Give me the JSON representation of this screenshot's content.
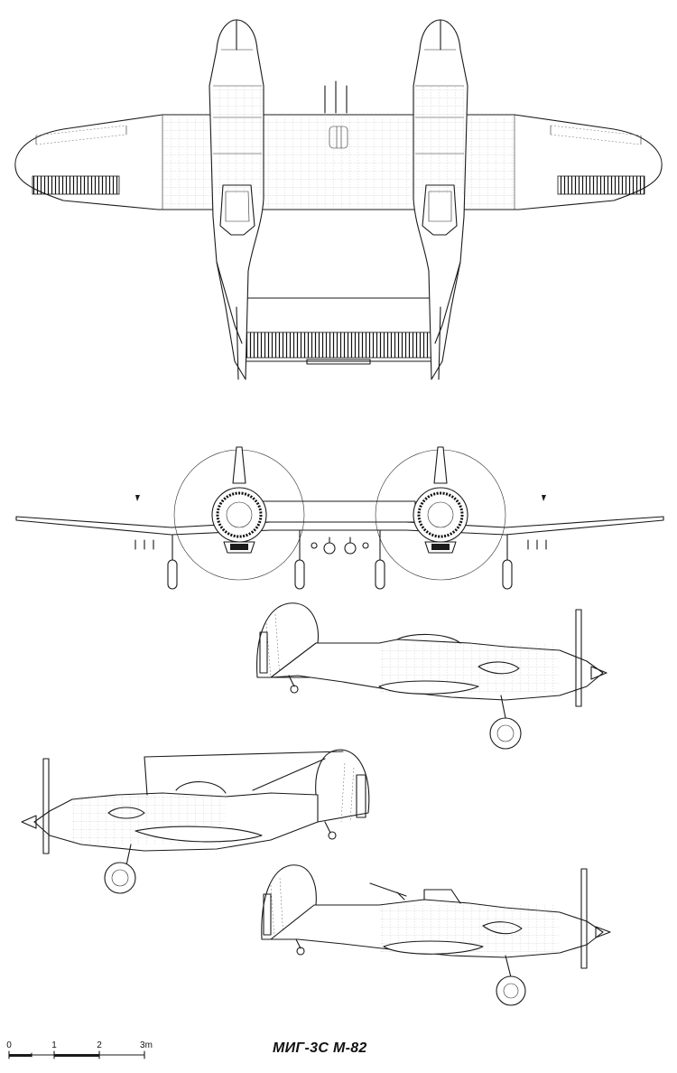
{
  "title": "МИГ-3С М-82",
  "scale": {
    "labels": [
      "0",
      "1",
      "2",
      "3m"
    ]
  },
  "views": [
    "top-view",
    "front-view",
    "side-view-upper",
    "side-view-left",
    "side-view-gunner"
  ]
}
